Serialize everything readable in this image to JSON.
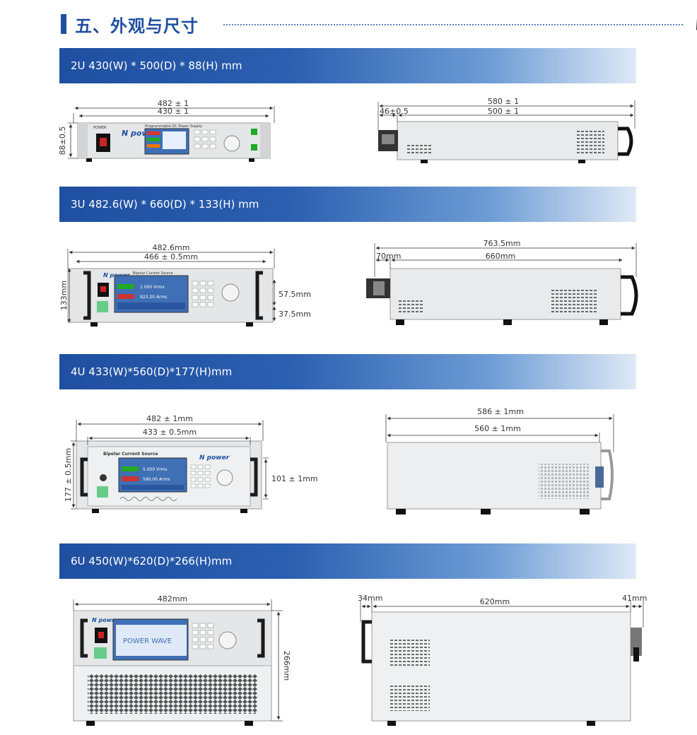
{
  "section_title": "五、外观与尺寸",
  "sections": [
    {
      "header": "2U   430(W) * 500(D) * 88(H) mm",
      "front": {
        "outer_width": "482 ± 1",
        "inner_width": "430 ± 1",
        "height": "88±0.5"
      },
      "side": {
        "total_depth": "580 ± 1",
        "front_offset": "46±0.5",
        "depth": "500 ± 1"
      }
    },
    {
      "header": "3U   482.6(W) * 660(D) * 133(H) mm",
      "front": {
        "outer_width": "482.6mm",
        "inner_width": "466 ± 0.5mm",
        "height": "133mm",
        "hole_upper": "57.5mm",
        "hole_lower": "37.5mm"
      },
      "side": {
        "total_depth": "763.5mm",
        "front_offset": "70mm",
        "depth": "660mm"
      }
    },
    {
      "header": "4U 433(W)*560(D)*177(H)mm",
      "front": {
        "outer_width": "482 ± 1mm",
        "inner_width": "433 ± 0.5mm",
        "height": "177 ± 0.5mm",
        "hole_span": "101 ± 1mm"
      },
      "side": {
        "total_depth": "586 ± 1mm",
        "depth": "560 ± 1mm"
      }
    },
    {
      "header": "6U 450(W)*620(D)*266(H)mm",
      "front": {
        "outer_width": "482mm",
        "height": "266mm"
      },
      "side": {
        "front_offset": "34mm",
        "depth": "620mm",
        "rear_offset": "41mm"
      }
    }
  ],
  "panel_labels": {
    "brand": "N power",
    "product_2u": "Programmable DC Power Supply",
    "product_3u": "Bipolar Current Source",
    "product_4u": "Bipolar Current Source",
    "reading_v_3u": "1.000  Vrms",
    "reading_a_3u": "923.20  Arms",
    "reading_v_4u": "5.000  Vrms",
    "reading_a_4u": "590.00  Arms",
    "wave_6u": "POWER  WAVE"
  },
  "colors": {
    "brand_blue": "#1f4fa0",
    "panel_gray": "#e4e6e8",
    "screen_blue": "#3f6fb5",
    "handle_black": "#1b1b1b"
  }
}
